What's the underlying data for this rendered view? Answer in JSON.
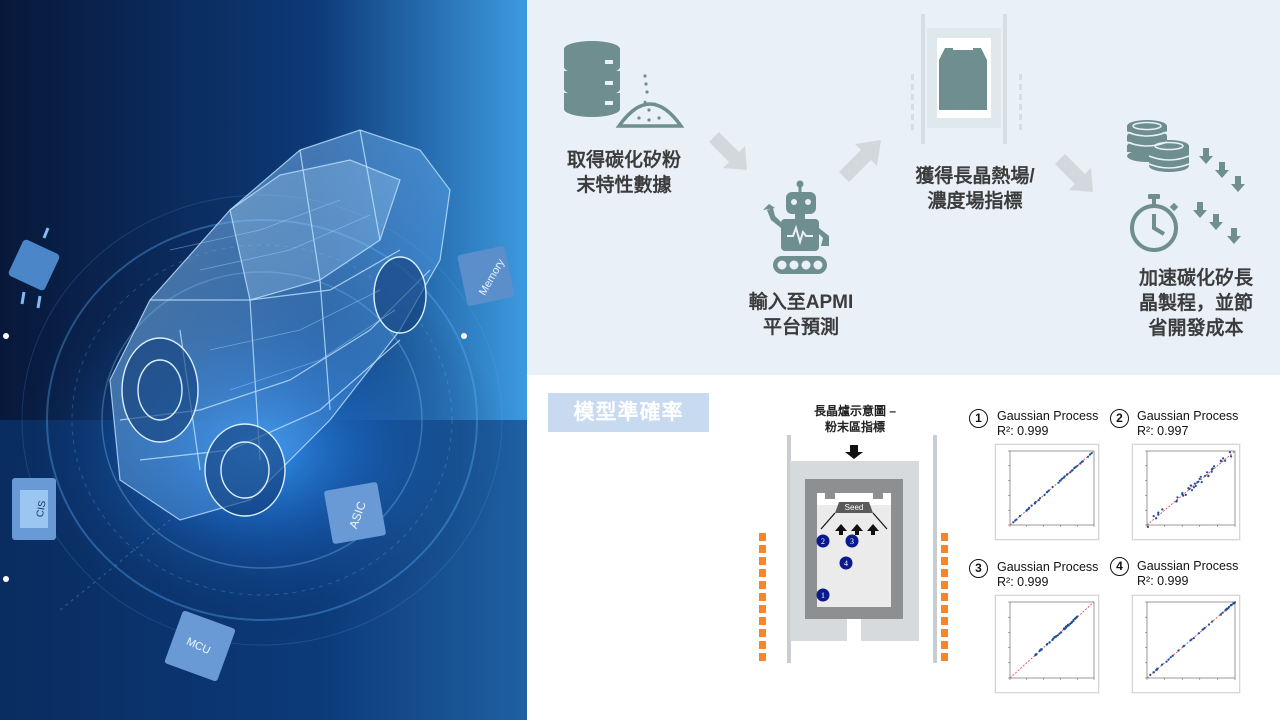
{
  "hero": {
    "chips": {
      "memory": "Memory",
      "asic": "ASIC",
      "mcu": "MCU",
      "cis": "CIS"
    },
    "colors": {
      "background": "#0a2a5a",
      "glow": "#3aa0ff",
      "chip": "#4a86c8"
    }
  },
  "flow": {
    "step1": "取得碳化矽粉\n末特性數據",
    "step2": "輸入至APMI\n平台預測",
    "step3": "獲得長晶熱場/\n濃度場指標",
    "step4": "加速碳化矽長\n晶製程，並節\n省開發成本",
    "icons": [
      "database-icon",
      "powder-pile-icon",
      "robot-icon",
      "crystal-furnace-icon",
      "coins-icon",
      "stopwatch-icon",
      "arrow-down-right-icon",
      "arrow-up-right-icon"
    ],
    "colors": {
      "panel": "#e9f0f8",
      "icon": "#6e8e90",
      "arrow": "#d3d8dd",
      "text": "#3c3c3c"
    }
  },
  "bottom": {
    "accuracy_title": "模型準確率",
    "furnace": {
      "caption": "長晶爐示意圖 –\n粉末區指標",
      "seed_label": "Seed",
      "points": [
        "1",
        "2",
        "3",
        "4"
      ]
    },
    "models": [
      {
        "index": "1",
        "name": "Gaussian Process",
        "r2": "R²: 0.999"
      },
      {
        "index": "2",
        "name": "Gaussian Process",
        "r2": "R²: 0.997"
      },
      {
        "index": "3",
        "name": "Gaussian Process",
        "r2": "R²: 0.999"
      },
      {
        "index": "4",
        "name": "Gaussian Process",
        "r2": "R²: 0.999"
      }
    ],
    "colors": {
      "title_bg": "#c8daf0",
      "heater": "#f7862a",
      "point": "#0a1a8c",
      "fit_line": "#e05050",
      "scatter": "#1f4e9c"
    }
  },
  "chart_data": [
    {
      "type": "scatter",
      "title": "Gaussian Process",
      "annotation": "R²: 0.999",
      "fit": "y=x"
    },
    {
      "type": "scatter",
      "title": "Gaussian Process",
      "annotation": "R²: 0.997",
      "fit": "y=x"
    },
    {
      "type": "scatter",
      "title": "Gaussian Process",
      "annotation": "R²: 0.999",
      "fit": "y=x"
    },
    {
      "type": "scatter",
      "title": "Gaussian Process",
      "annotation": "R²: 0.999",
      "fit": "y=x"
    }
  ]
}
